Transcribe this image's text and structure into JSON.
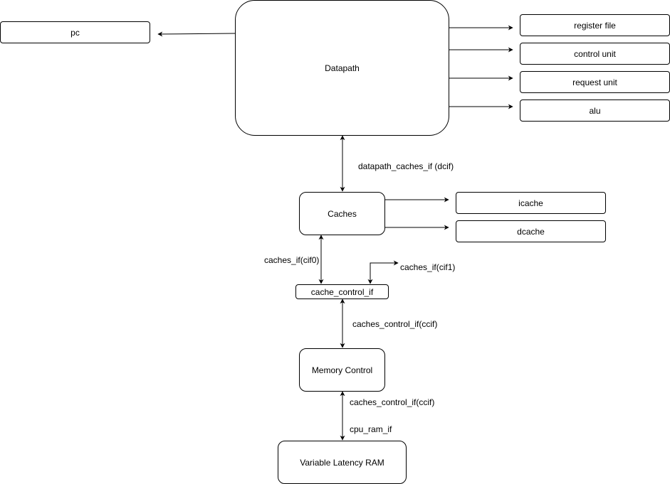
{
  "nodes": {
    "pc": "pc",
    "datapath": "Datapath",
    "register_file": "register file",
    "control_unit": "control unit",
    "request_unit": "request unit",
    "alu": "alu",
    "caches": "Caches",
    "icache": "icache",
    "dcache": "dcache",
    "cache_control_if": "cache_control_if",
    "memory_control": "Memory Control",
    "ram": "Variable Latency RAM"
  },
  "edge_labels": {
    "dcif": "datapath_caches_if (dcif)",
    "cif0": "caches_if(cif0)",
    "cif1": "caches_if(cif1)",
    "ccif_top": "caches_control_if(ccif)",
    "ccif_bottom": "caches_control_if(ccif)",
    "cpu_ram_if": "cpu_ram_if"
  }
}
